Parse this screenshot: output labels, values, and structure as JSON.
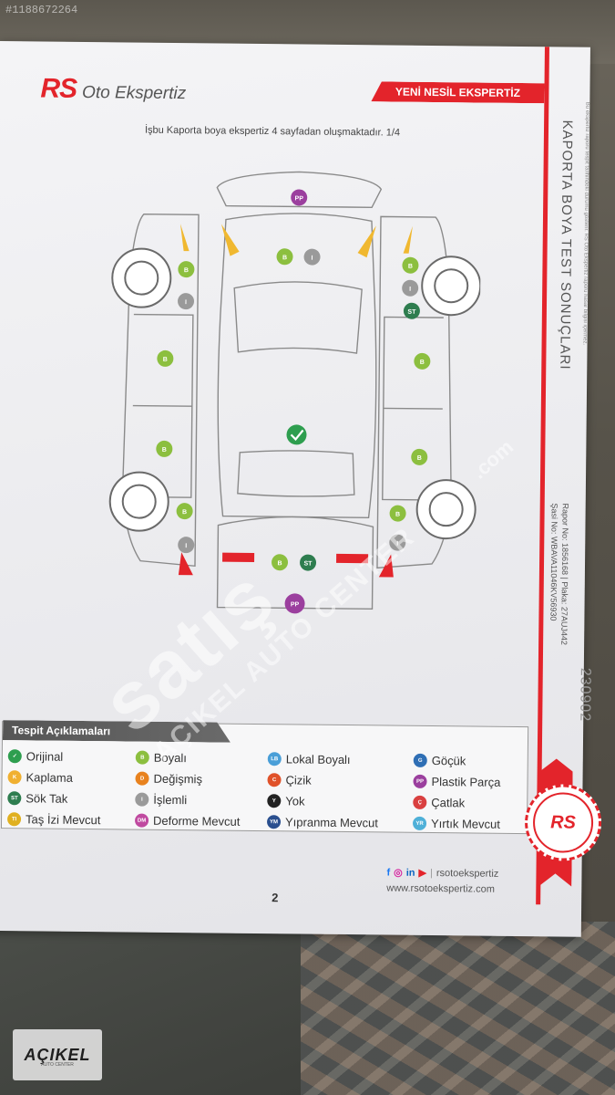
{
  "photo": {
    "watermark_id": "#1188672264"
  },
  "header": {
    "brand_rs": "RS",
    "brand_name": "Oto Ekspertiz",
    "tagline": "YENİ NESİL EKSPERTİZ"
  },
  "subtitle": "İşbu Kaporta boya ekspertiz 4 sayfadan oluşmaktadır. 1/4",
  "side": {
    "title": "KAPORTA BOYA TEST SONUÇLARI",
    "disclaimer": "Bu ekspertiz raporu tespit tarihindeki durumu gösterir. RS Oto Ekspertiz raporu hasar bilgisi içermez.",
    "report_line1": "Rapor No: 1856168 | Plaka: 27AUJ442",
    "report_line2": "Şasi No: WBAVA11046KV56930",
    "number": "230902"
  },
  "diagram_marks": {
    "roof": "check",
    "hood_front": "PP",
    "bonnet_left": "B",
    "bonnet_right": "I",
    "left_front_fender": "B",
    "left_front_fender2": "I",
    "left_front_door": "B",
    "left_rear_door": "B",
    "left_rear_fender": "B",
    "left_rear_fender2": "I",
    "right_front_fender": "B",
    "right_front_fender2": "I",
    "right_front_fender3": "ST",
    "right_front_door": "B",
    "right_rear_door": "B",
    "right_rear_fender": "B",
    "right_rear_fender2": "I",
    "trunk_left": "B",
    "trunk_right": "ST",
    "rear_bumper": "PP"
  },
  "legend": {
    "title": "Tespit Açıklamaları",
    "items": [
      {
        "code": "✓",
        "label": "Orijinal",
        "color": "#2e9e4f"
      },
      {
        "code": "B",
        "label": "Boyalı",
        "color": "#8cbf3f"
      },
      {
        "code": "LB",
        "label": "Lokal Boyalı",
        "color": "#4a9fd8"
      },
      {
        "code": "G",
        "label": "Göçük",
        "color": "#2f6fb5"
      },
      {
        "code": "K",
        "label": "Kaplama",
        "color": "#f0b030"
      },
      {
        "code": "D",
        "label": "Değişmiş",
        "color": "#e8821e"
      },
      {
        "code": "C",
        "label": "Çizik",
        "color": "#e0522a"
      },
      {
        "code": "PP",
        "label": "Plastik Parça",
        "color": "#9b3f9e"
      },
      {
        "code": "ST",
        "label": "Sök Tak",
        "color": "#2e7d4f"
      },
      {
        "code": "I",
        "label": "İşlemli",
        "color": "#9a9a9a"
      },
      {
        "code": "Y",
        "label": "Yok",
        "color": "#222222"
      },
      {
        "code": "Ç",
        "label": "Çatlak",
        "color": "#d94040"
      },
      {
        "code": "TI",
        "label": "Taş İzi Mevcut",
        "color": "#e0b020"
      },
      {
        "code": "DM",
        "label": "Deforme Mevcut",
        "color": "#c04aa0"
      },
      {
        "code": "YM",
        "label": "Yıpranma Mevcut",
        "color": "#2a4f8f"
      },
      {
        "code": "YR",
        "label": "Yırtık Mevcut",
        "color": "#4fb0d8"
      }
    ]
  },
  "footer": {
    "social_handle": "rsotoekspertiz",
    "url": "www.rsotoekspertiz.com",
    "page_number": "2"
  },
  "seal": {
    "text": "RS"
  },
  "watermarks": {
    "satis": "satış",
    "com": ".com",
    "acikel": "AÇIKEL AUTO CENTER"
  },
  "corner_logo": {
    "text": "AÇIKEL",
    "sub": "AUTO CENTER"
  },
  "colors": {
    "brand_red": "#e3242b",
    "boyali_green": "#8cbf3f",
    "orijinal_green": "#2e9e4f",
    "plastic_purple": "#9b3f9e",
    "islemli_gray": "#9a9a9a",
    "sok_tak_green": "#2e7d4f"
  }
}
